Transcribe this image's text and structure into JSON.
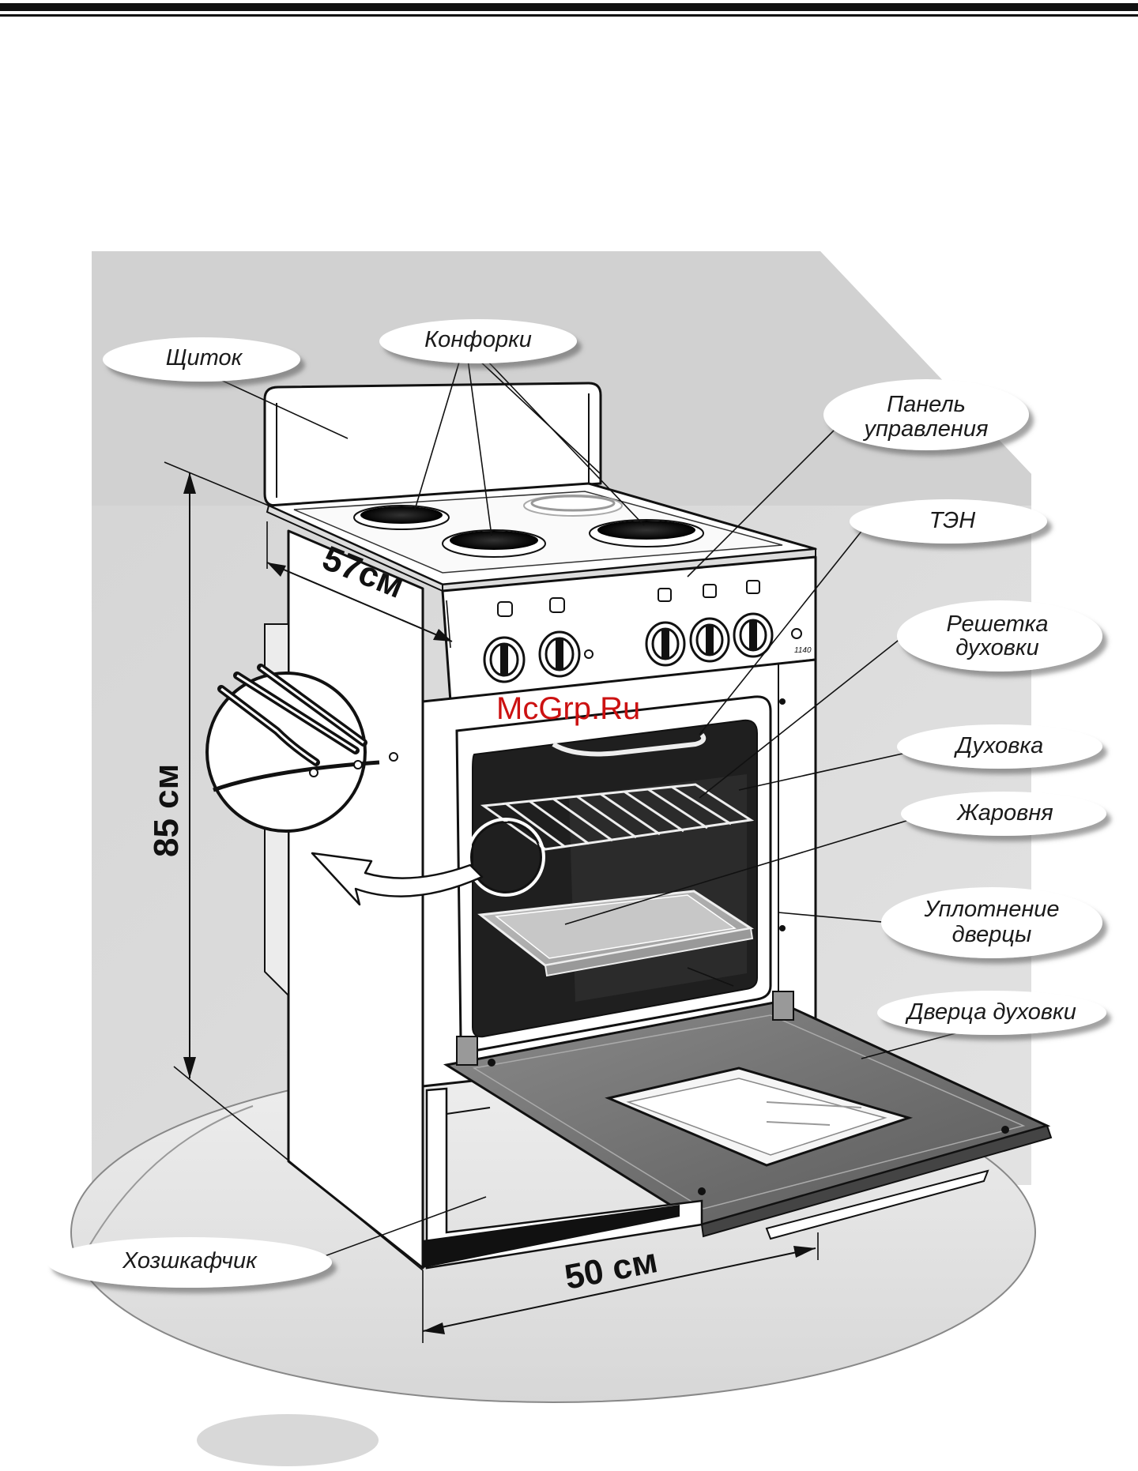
{
  "colors": {
    "wall": "#d9d9d9",
    "floor": "#e4e4e4",
    "cavity": "#1f1f1f",
    "watermark": "#cc1111",
    "ink": "#111111"
  },
  "watermark": "McGrp.Ru",
  "dimensions": {
    "depth": "57см",
    "height": "85 см",
    "width": "50 см"
  },
  "labels": {
    "shchitok": "Щиток",
    "konforki": "Конфорки",
    "panel_line1": "Панель",
    "panel_line2": "управления",
    "ten": "ТЭН",
    "grate_line1": "Решетка",
    "grate_line2": "духовки",
    "oven": "Духовка",
    "tray": "Жаровня",
    "seal_line1": "Уплотнение",
    "seal_line2": "дверцы",
    "door": "Дверца духовки",
    "cabinet": "Хозшкафчик"
  },
  "model_number": "1140",
  "icons": [
    "top-rule-icon",
    "oven-illustration-icon",
    "magnifier-detail-icon",
    "page-number-oval-icon"
  ]
}
